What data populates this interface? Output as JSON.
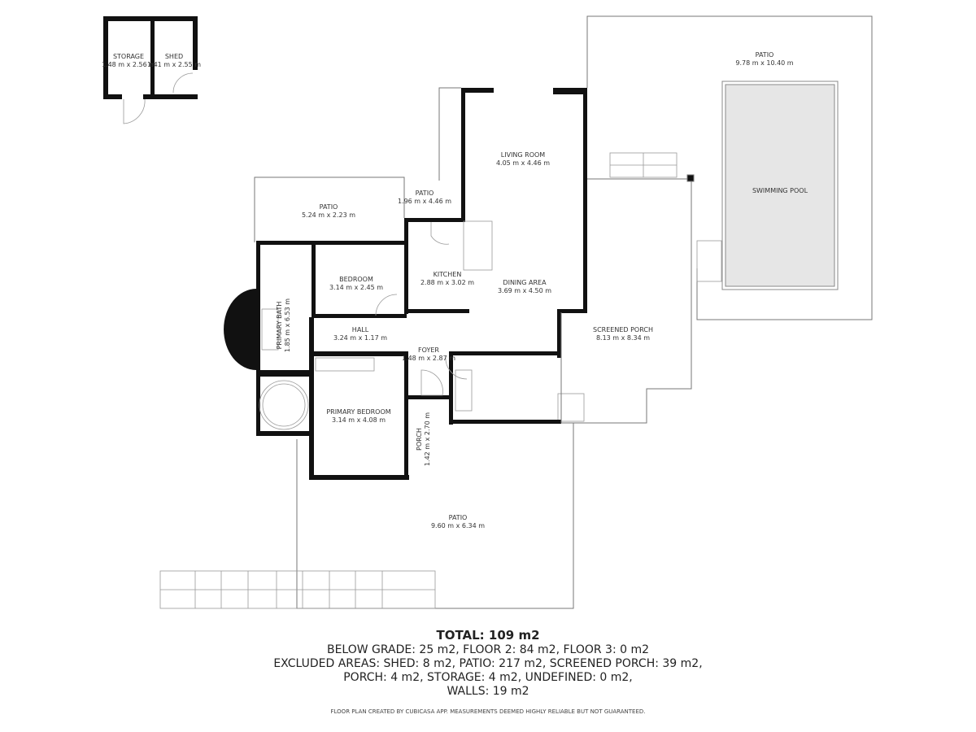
{
  "rooms": {
    "storage": {
      "name": "STORAGE",
      "dims": "1.48 m x 2.56 m"
    },
    "shed": {
      "name": "SHED",
      "dims": "1.41 m x 2.55 m"
    },
    "patio_pool": {
      "name": "PATIO",
      "dims": "9.78 m x 10.40 m"
    },
    "pool": {
      "name": "SWIMMING POOL"
    },
    "living_room": {
      "name": "LIVING ROOM",
      "dims": "4.05 m x 4.46 m"
    },
    "patio_mid": {
      "name": "PATIO",
      "dims": "1.96 m x 4.46 m"
    },
    "patio_left": {
      "name": "PATIO",
      "dims": "5.24 m x 2.23 m"
    },
    "kitchen": {
      "name": "KITCHEN",
      "dims": "2.88 m x 3.02 m"
    },
    "dining": {
      "name": "DINING AREA",
      "dims": "3.69 m x 4.50 m"
    },
    "bedroom": {
      "name": "BEDROOM",
      "dims": "3.14 m x 2.45 m"
    },
    "primary_bath": {
      "name": "PRIMARY BATH",
      "dims": "1.85 m x 6.53 m"
    },
    "hall": {
      "name": "HALL",
      "dims": "3.24 m x 1.17 m"
    },
    "foyer": {
      "name": "FOYER",
      "dims": "1.48 m x 2.87 m"
    },
    "screened_porch": {
      "name": "SCREENED PORCH",
      "dims": "8.13 m x 8.34 m"
    },
    "primary_bedroom": {
      "name": "PRIMARY BEDROOM",
      "dims": "3.14 m x 4.08 m"
    },
    "porch": {
      "name": "PORCH",
      "dims": "1.42 m x 2.70 m"
    },
    "patio_bottom": {
      "name": "PATIO",
      "dims": "9.60 m x 6.34 m"
    }
  },
  "summary": {
    "total": "TOTAL: 109 m2",
    "line1": "BELOW GRADE: 25 m2, FLOOR 2: 84 m2, FLOOR 3: 0 m2",
    "line2": "EXCLUDED AREAS: SHED: 8 m2, PATIO: 217 m2, SCREENED PORCH: 39 m2,",
    "line3": "PORCH: 4 m2, STORAGE: 4 m2, UNDEFINED: 0 m2,",
    "line4": "WALLS: 19 m2",
    "footer": "FLOOR PLAN CREATED BY CUBICASA APP. MEASUREMENTS DEEMED HIGHLY RELIABLE BUT NOT GUARANTEED."
  }
}
